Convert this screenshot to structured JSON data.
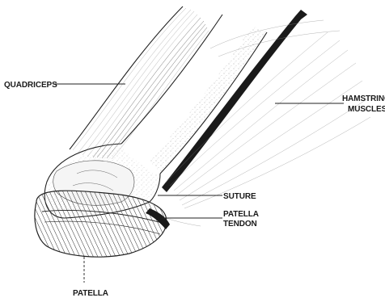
{
  "labels": {
    "quadriceps": "QUADRICEPS",
    "hamstring_line1": "HAMSTRING",
    "hamstring_line2": "MUSCLES",
    "suture": "SUTURE",
    "patella_tendon_line1": "PATELLA",
    "patella_tendon_line2": "TENDON",
    "patella": "PATELLA"
  },
  "colors": {
    "background": "#ffffff",
    "ink": "#1a1a1a"
  }
}
